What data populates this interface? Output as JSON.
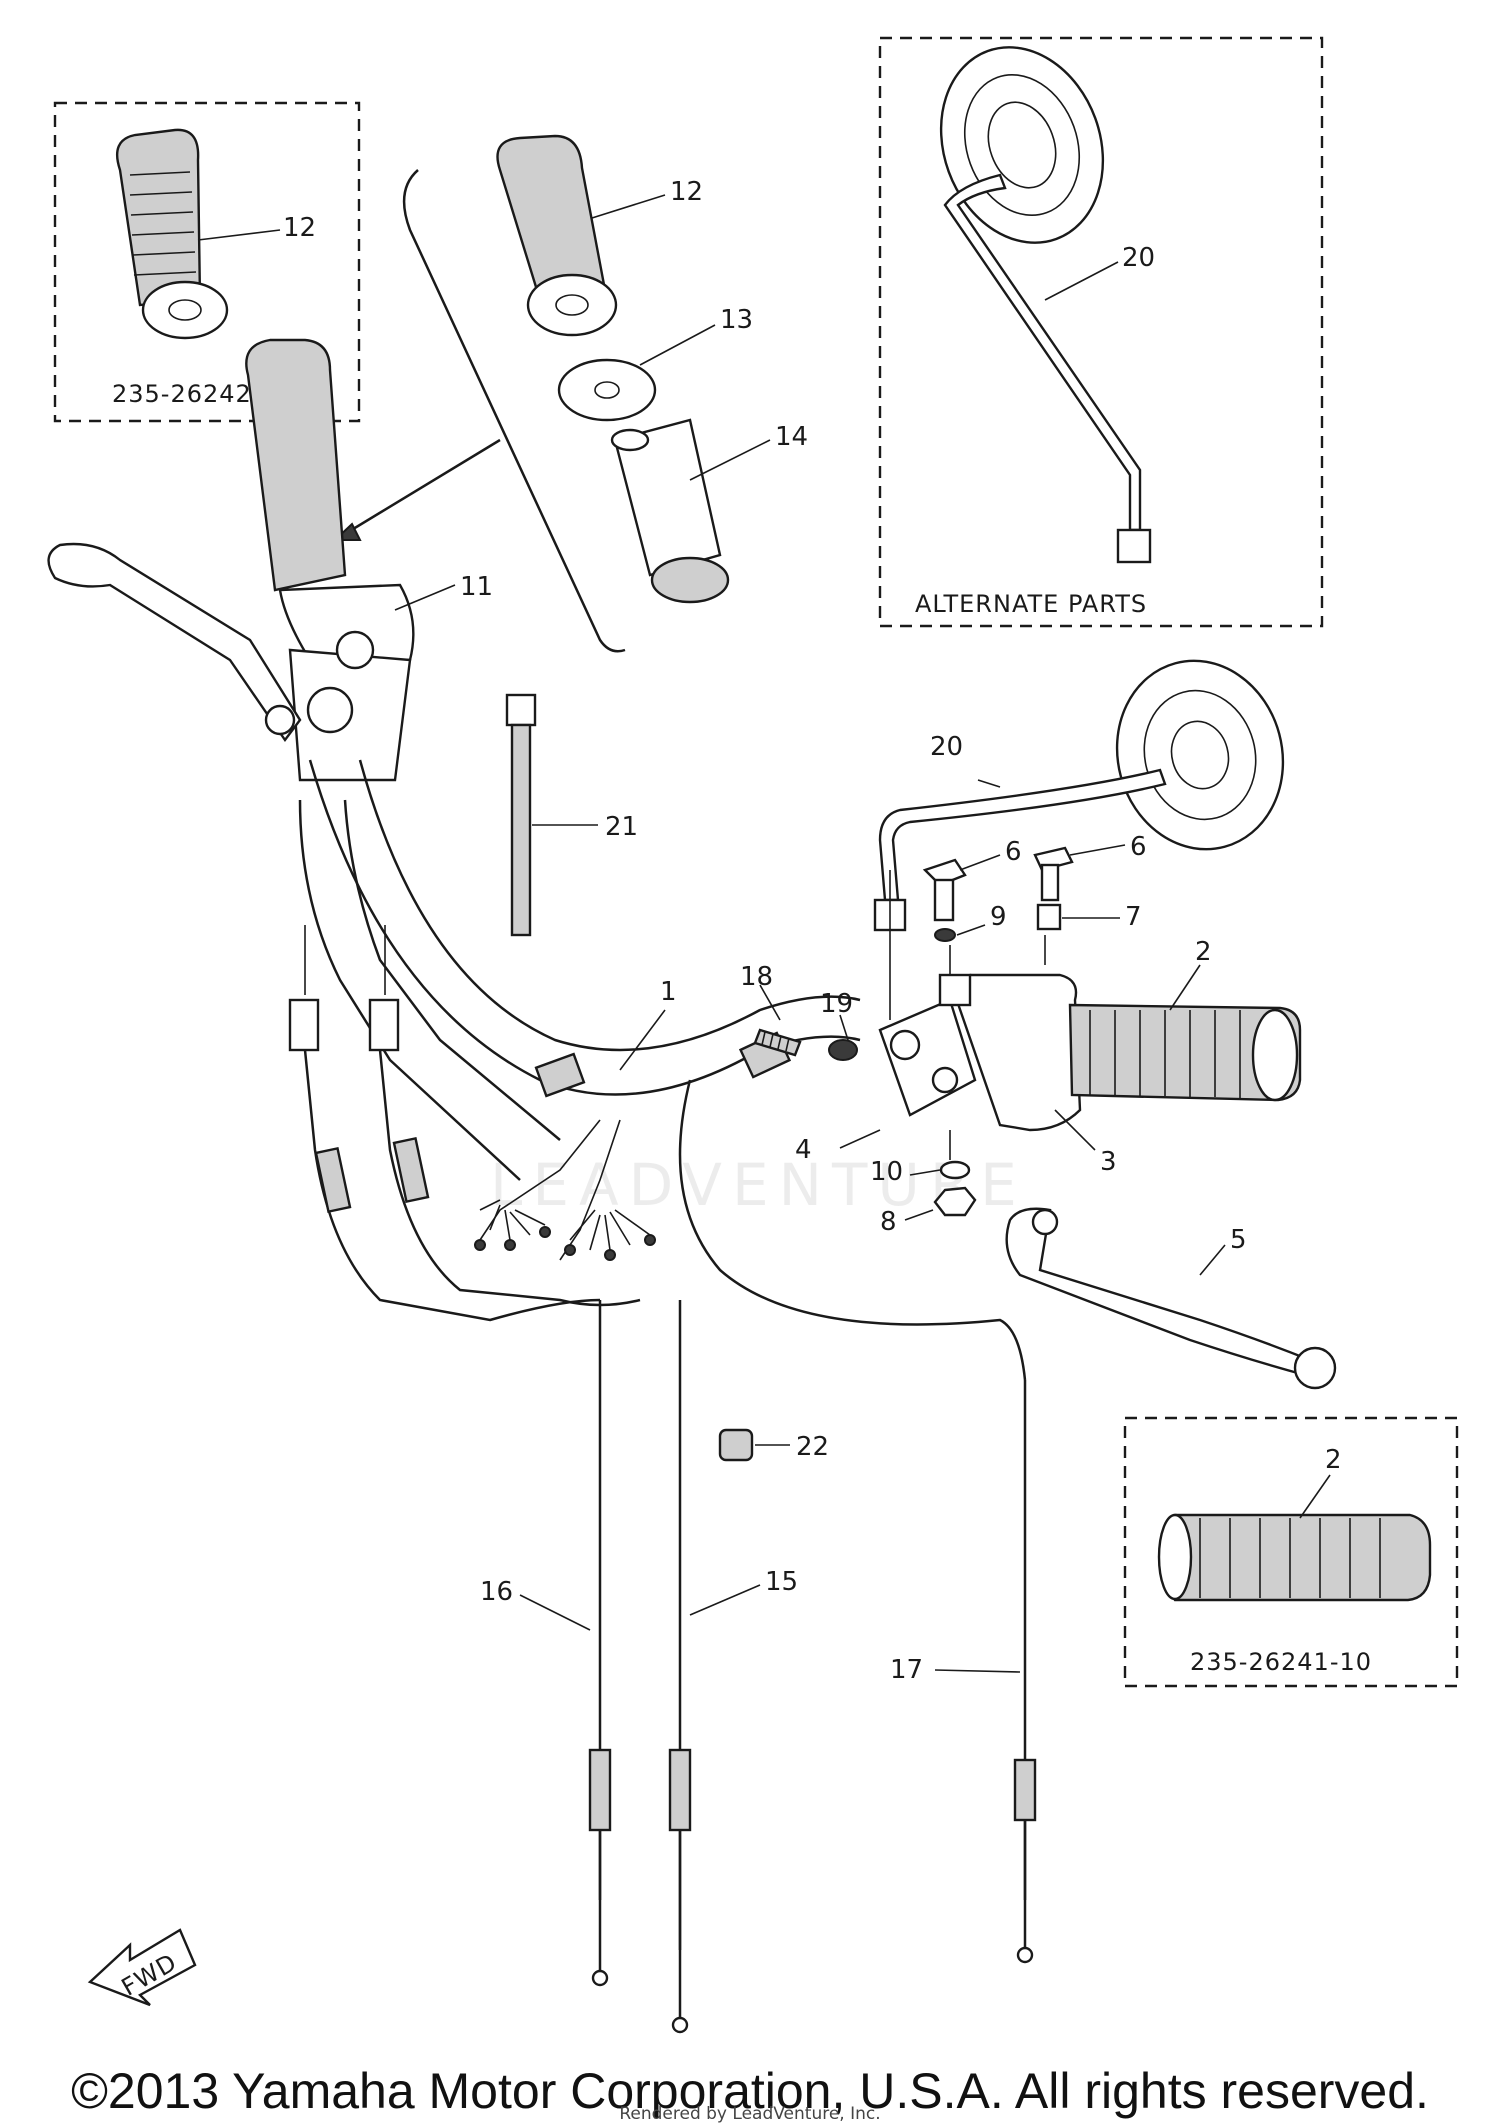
{
  "diagram": {
    "part_labels": {
      "p1": "1",
      "p2": "2",
      "p2_alt": "2",
      "p3": "3",
      "p4": "4",
      "p5": "5",
      "p6a": "6",
      "p6b": "6",
      "p7": "7",
      "p8": "8",
      "p9": "9",
      "p10": "10",
      "p11": "11",
      "p12a": "12",
      "p12b": "12",
      "p13": "13",
      "p14": "14",
      "p15": "15",
      "p16": "16",
      "p17": "17",
      "p18": "18",
      "p19": "19",
      "p20a": "20",
      "p20b": "20",
      "p21": "21",
      "p22": "22"
    },
    "alt_grip_left_code": "235-26242-10",
    "alt_grip_right_code": "235-26241-10",
    "alternate_parts_caption": "ALTERNATE PARTS",
    "fwd_label": "FWD",
    "watermark": "LEADVENTURE"
  },
  "footer": {
    "copyright": "©2013 Yamaha Motor Corporation, U.S.A. All rights reserved.",
    "rendered_by": "Rendered by LeadVenture, Inc."
  }
}
